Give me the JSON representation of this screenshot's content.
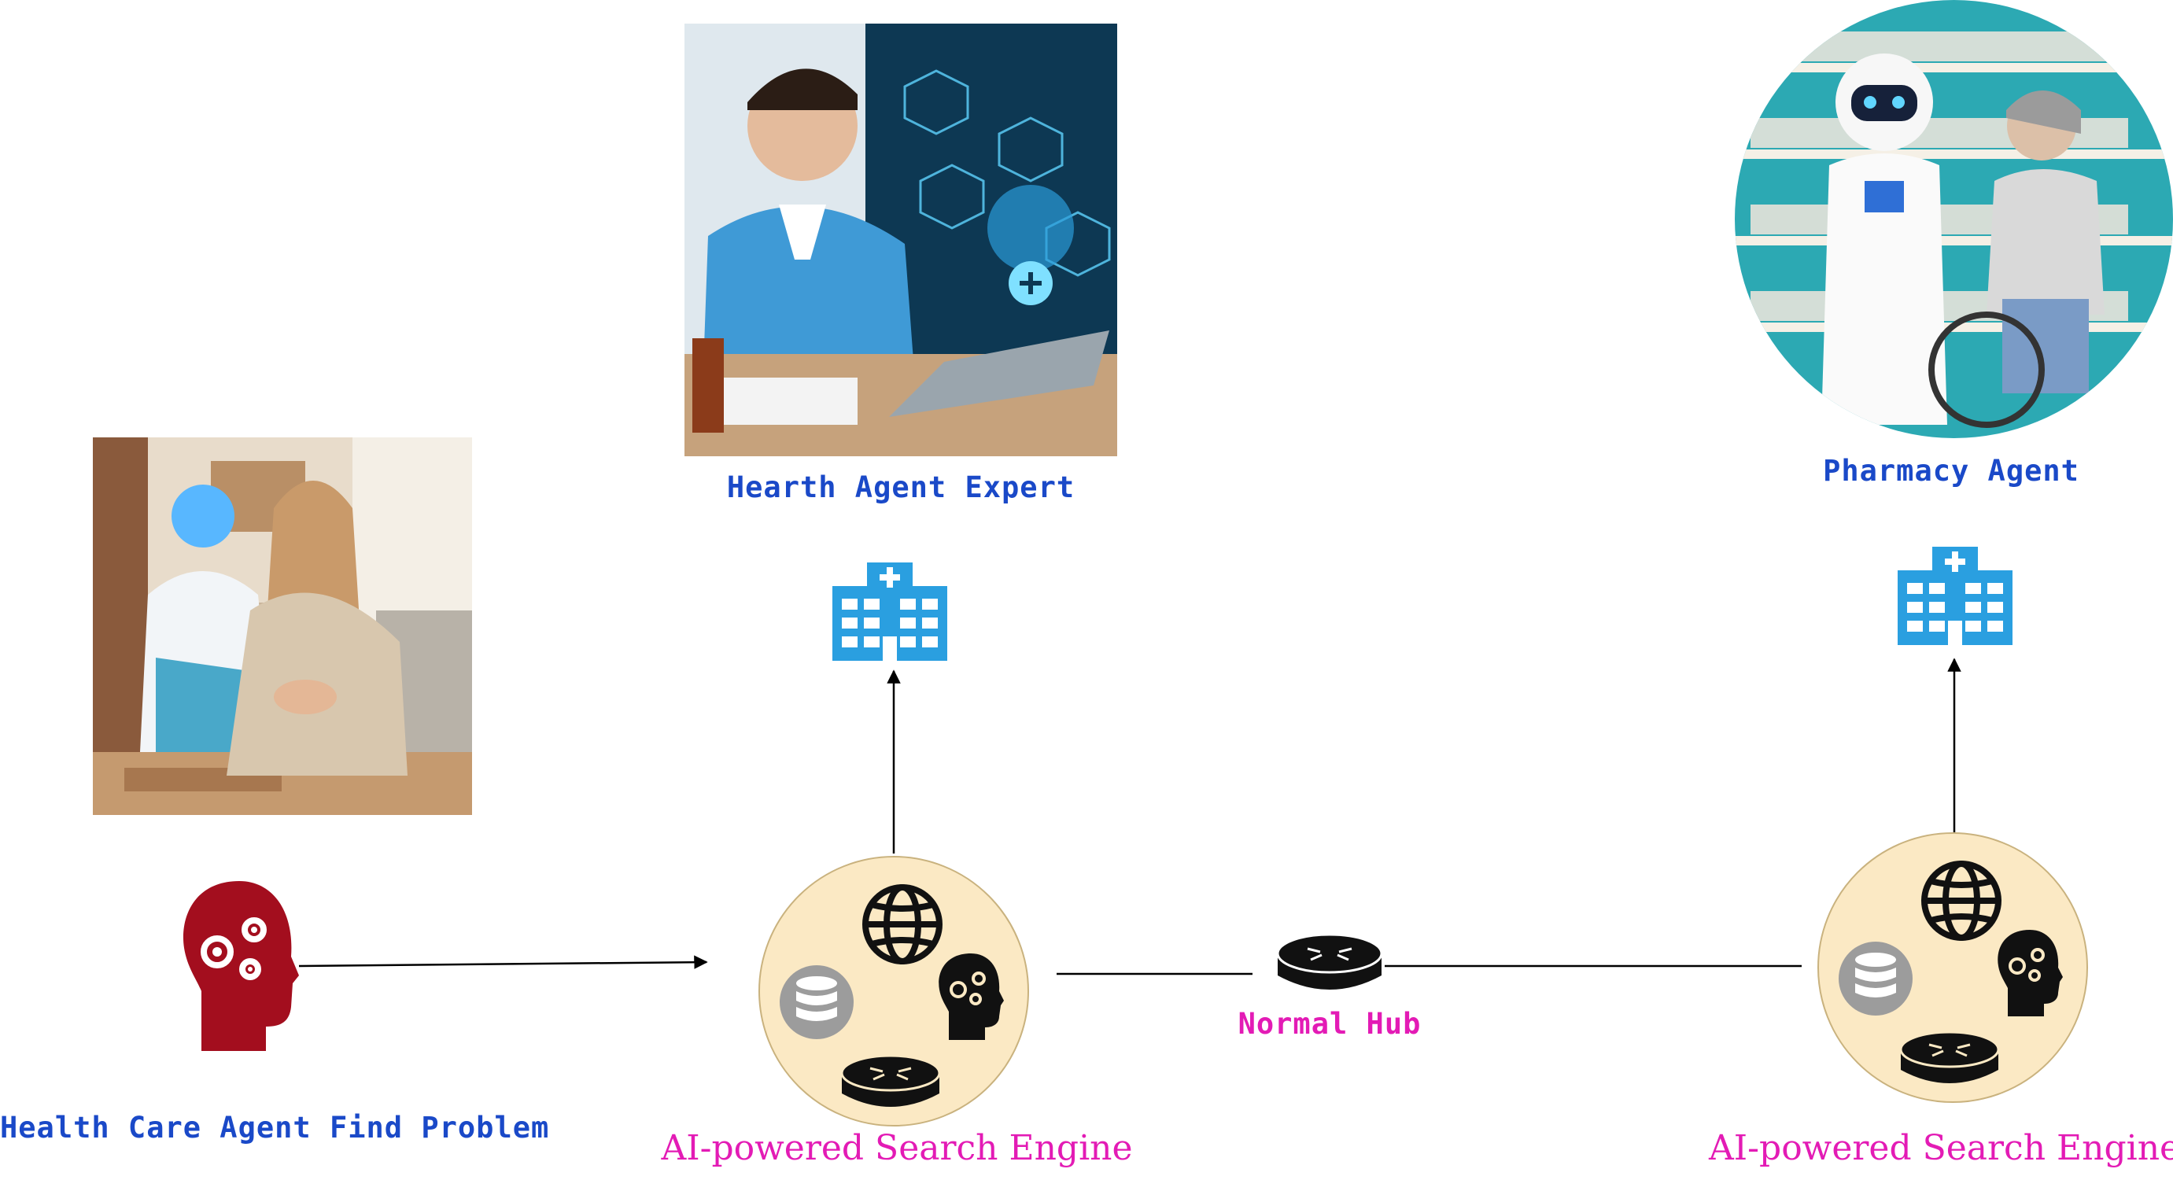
{
  "nodes": {
    "health_care_agent": {
      "label": "Health Care Agent Find Problem",
      "icon": "head-gears-icon"
    },
    "search_engine_left": {
      "label": "AI-powered Search Engine",
      "icons": [
        "globe-icon",
        "database-icon",
        "head-gears-icon",
        "router-icon"
      ]
    },
    "normal_hub": {
      "label": "Normal Hub",
      "icon": "router-icon"
    },
    "search_engine_right": {
      "label": "AI-powered Search Engine",
      "icons": [
        "globe-icon",
        "database-icon",
        "head-gears-icon",
        "router-icon"
      ]
    },
    "health_agent_expert": {
      "label": "Hearth Agent Expert",
      "icon": "hospital-icon"
    },
    "pharmacy_agent": {
      "label": "Pharmacy Agent",
      "icon": "hospital-icon"
    }
  },
  "colors": {
    "blue_label": "#1a49c8",
    "magenta_label": "#e31bb5",
    "crimson_head": "#a30e1e",
    "hospital_blue": "#2a9fe0",
    "engine_fill": "#fbe9c4"
  }
}
